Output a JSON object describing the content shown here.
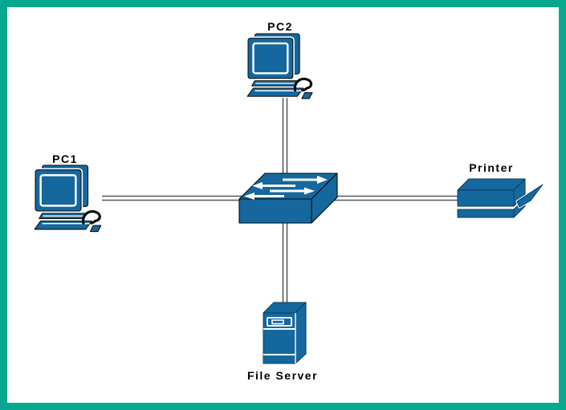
{
  "diagram": {
    "type": "network-topology",
    "nodes": [
      {
        "id": "pc1",
        "label": "PC1",
        "icon": "computer-icon"
      },
      {
        "id": "pc2",
        "label": "PC2",
        "icon": "computer-icon"
      },
      {
        "id": "printer",
        "label": "Printer",
        "icon": "printer-icon"
      },
      {
        "id": "file-server",
        "label": "File Server",
        "icon": "server-icon"
      },
      {
        "id": "switch",
        "label": "",
        "icon": "switch-icon"
      }
    ],
    "edges": [
      {
        "from": "pc2",
        "to": "switch",
        "style": "double-line"
      },
      {
        "from": "pc1",
        "to": "switch",
        "style": "double-line"
      },
      {
        "from": "printer",
        "to": "switch",
        "style": "double-line"
      },
      {
        "from": "file-server",
        "to": "switch",
        "style": "double-line"
      }
    ]
  },
  "colors": {
    "border": "#06A98E",
    "device": "#15689E",
    "line": "#58595B",
    "label_text": "#000000",
    "background": "#FFFFFF"
  }
}
